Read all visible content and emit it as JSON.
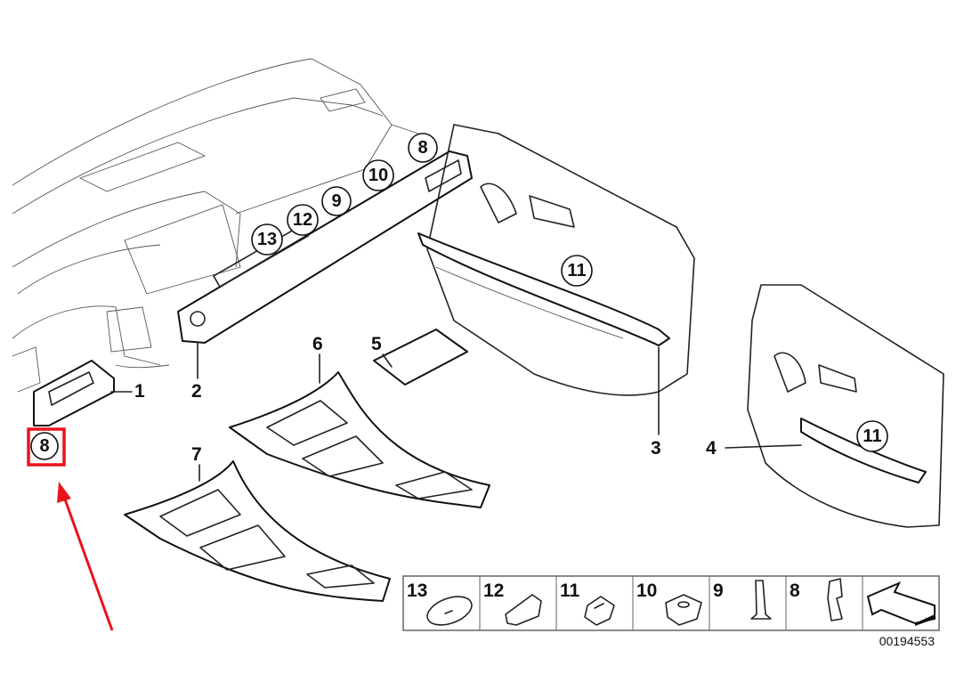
{
  "diagram": {
    "callouts_circled": {
      "c8": "8",
      "c10": "10",
      "c9": "9",
      "c12": "12",
      "c13": "13",
      "c11a": "11",
      "c11b": "11"
    },
    "highlighted_callout": "8",
    "part_labels": {
      "p1": "1",
      "p2": "2",
      "p3": "3",
      "p4": "4",
      "p5": "5",
      "p6": "6",
      "p7": "7"
    },
    "legend": [
      {
        "number": "13"
      },
      {
        "number": "12"
      },
      {
        "number": "11"
      },
      {
        "number": "10"
      },
      {
        "number": "9"
      },
      {
        "number": "8"
      }
    ],
    "catalog_number": "00194553",
    "highlight_color": "#e8141c"
  }
}
